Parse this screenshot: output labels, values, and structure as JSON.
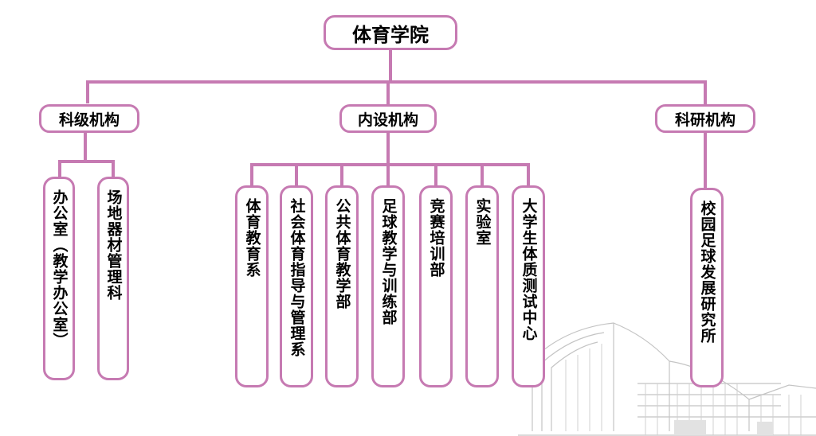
{
  "colors": {
    "accent": "#c67ab2",
    "building": "#bbbbbb"
  },
  "root": "体育学院",
  "level2": [
    {
      "label": "科级机构",
      "children": [
        "办公室（教学办公室）",
        "场地器材管理科"
      ]
    },
    {
      "label": "内设机构",
      "children": [
        "体育教育系",
        "社会体育指导与管理系",
        "公共体育教学部",
        "足球教学与训练部",
        "竞赛培训部",
        "实验室",
        "大学生体质测试中心"
      ]
    },
    {
      "label": "科研机构",
      "children": [
        "校园足球发展研究所"
      ]
    }
  ]
}
